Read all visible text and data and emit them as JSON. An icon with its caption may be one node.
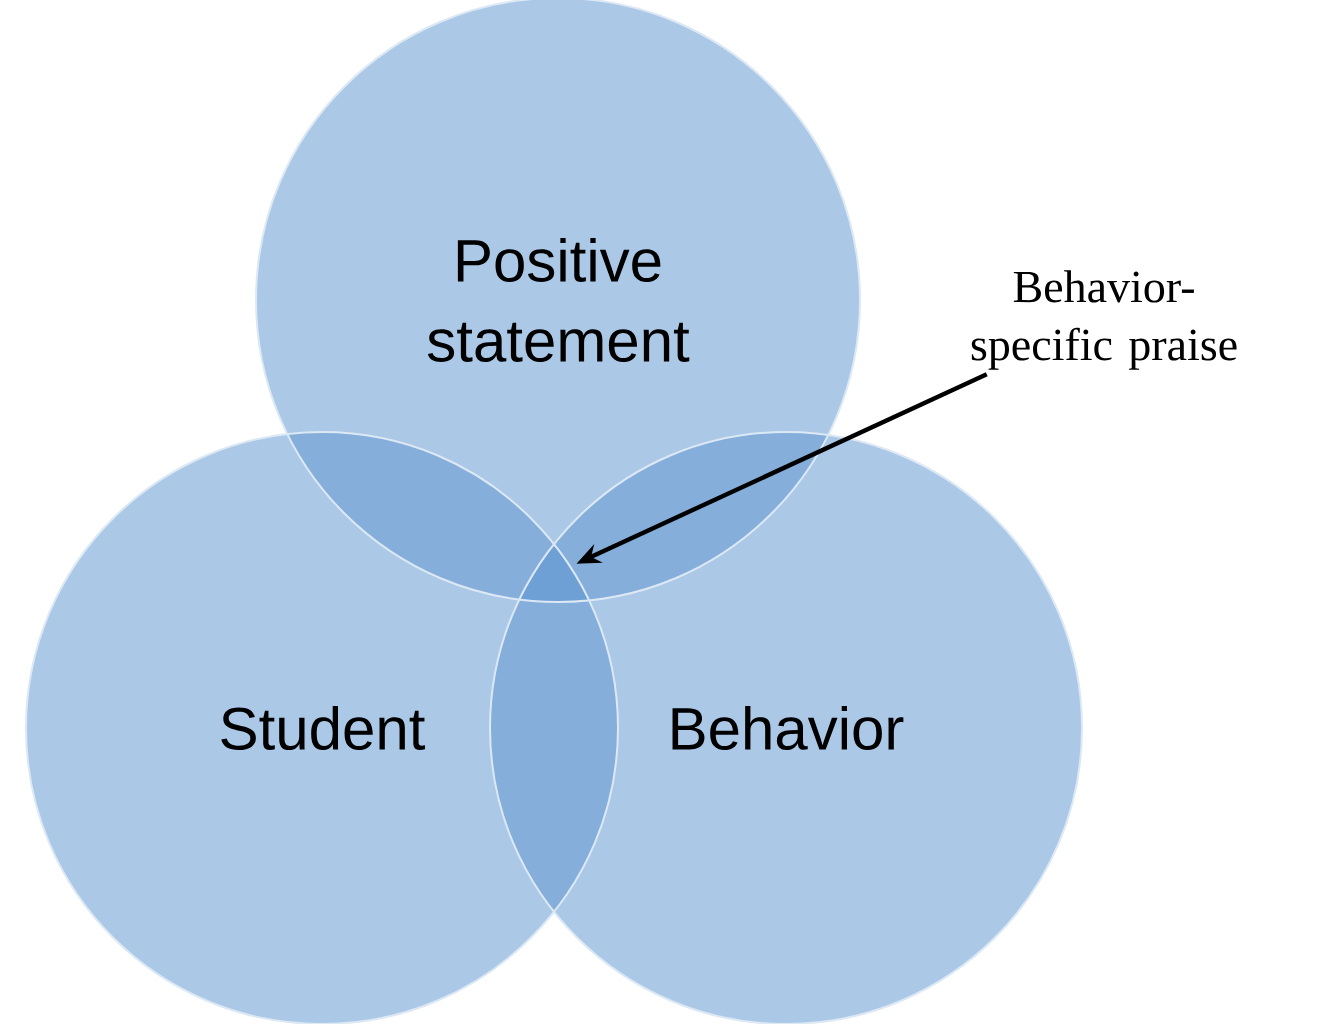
{
  "diagram": {
    "nodes": [
      {
        "text": [
          "Positive statement"
        ]
      },
      {
        "text": [
          "Student"
        ]
      },
      {
        "text": [
          "Behavior"
        ]
      },
      {
        "text": [
          "Behavior-specific praise"
        ]
      },
      {
        "text": [],
        "shape": "region"
      }
    ],
    "edges": [
      {
        "from": 3,
        "to": 4,
        "arrow": "to"
      }
    ]
  }
}
